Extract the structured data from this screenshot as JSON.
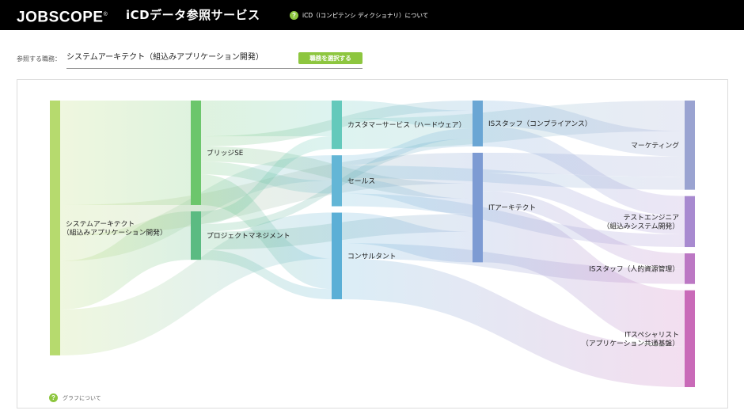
{
  "header": {
    "logo_text": "JOBSCOPE",
    "logo_mark": "®",
    "app_title": "iCDデータ参照サービス",
    "help_icon": "question-circle-icon",
    "help_link": "iCD（iコンピテンシ ディクショナリ）について"
  },
  "selector": {
    "label": "参照する職務：",
    "value": "システムアーキテクト（組込みアプリケーション開発）",
    "button_label": "職務を選択する"
  },
  "graph_help": {
    "icon": "question-circle-icon",
    "label": "グラフについて"
  },
  "colors": {
    "header_bg": "#000000",
    "accent_green": "#8dc63f"
  },
  "chart_data": {
    "type": "sankey",
    "nodes": [
      {
        "id": "sa",
        "lines": [
          "システムアーキテクト",
          "（組込みアプリケーション開発）"
        ],
        "column": 0,
        "color": "#b6da6e"
      },
      {
        "id": "bse",
        "lines": [
          "ブリッジSE"
        ],
        "column": 1,
        "color": "#6cc66c"
      },
      {
        "id": "pm",
        "lines": [
          "プロジェクトマネジメント"
        ],
        "column": 1,
        "color": "#5bbb82"
      },
      {
        "id": "cs",
        "lines": [
          "カスタマーサービス（ハードウェア）"
        ],
        "column": 2,
        "color": "#64c9bb"
      },
      {
        "id": "sales",
        "lines": [
          "セールス"
        ],
        "column": 2,
        "color": "#63b6d6"
      },
      {
        "id": "con",
        "lines": [
          "コンサルタント"
        ],
        "column": 2,
        "color": "#5bafd6"
      },
      {
        "id": "isc",
        "lines": [
          "ISスタッフ（コンプライアンス）"
        ],
        "column": 3,
        "color": "#6aa6d4"
      },
      {
        "id": "ita",
        "lines": [
          "ITアーキテクト"
        ],
        "column": 3,
        "color": "#7d9bd3"
      },
      {
        "id": "mkt",
        "lines": [
          "マーケティング"
        ],
        "column": 4,
        "color": "#9aa3d1"
      },
      {
        "id": "te",
        "lines": [
          "テストエンジニア",
          "（組込みシステム開発）"
        ],
        "column": 4,
        "color": "#a88ad0"
      },
      {
        "id": "ish",
        "lines": [
          "ISスタッフ（人的資源管理）"
        ],
        "column": 4,
        "color": "#bc78c4"
      },
      {
        "id": "its",
        "lines": [
          "ITスペシャリスト",
          "（アプリケーション共通基盤）"
        ],
        "column": 4,
        "color": "#c96ab8"
      }
    ],
    "links": [
      {
        "source": "sa",
        "target": "bse",
        "value": 41
      },
      {
        "source": "sa",
        "target": "pm",
        "value": 19
      },
      {
        "source": "sa",
        "target": "sales",
        "value": 10
      },
      {
        "source": "sa",
        "target": "con",
        "value": 18
      },
      {
        "source": "sa",
        "target": "ita",
        "value": 12
      },
      {
        "source": "bse",
        "target": "cs",
        "value": 14
      },
      {
        "source": "bse",
        "target": "sales",
        "value": 5
      },
      {
        "source": "bse",
        "target": "con",
        "value": 12
      },
      {
        "source": "bse",
        "target": "isc",
        "value": 4
      },
      {
        "source": "bse",
        "target": "ita",
        "value": 6
      },
      {
        "source": "pm",
        "target": "cs",
        "value": 5
      },
      {
        "source": "pm",
        "target": "con",
        "value": 4
      },
      {
        "source": "pm",
        "target": "isc",
        "value": 3
      },
      {
        "source": "pm",
        "target": "ita",
        "value": 7
      },
      {
        "source": "cs",
        "target": "isc",
        "value": 7
      },
      {
        "source": "cs",
        "target": "mkt",
        "value": 12
      },
      {
        "source": "sales",
        "target": "isc",
        "value": 4
      },
      {
        "source": "sales",
        "target": "mkt",
        "value": 5
      },
      {
        "source": "sales",
        "target": "ita",
        "value": 6
      },
      {
        "source": "sales",
        "target": "te",
        "value": 5
      },
      {
        "source": "con",
        "target": "ita",
        "value": 12
      },
      {
        "source": "con",
        "target": "ish",
        "value": 6
      },
      {
        "source": "con",
        "target": "its",
        "value": 16
      },
      {
        "source": "isc",
        "target": "mkt",
        "value": 10
      },
      {
        "source": "isc",
        "target": "te",
        "value": 8
      },
      {
        "source": "ita",
        "target": "mkt",
        "value": 8
      },
      {
        "source": "ita",
        "target": "te",
        "value": 7
      },
      {
        "source": "ita",
        "target": "ish",
        "value": 6
      },
      {
        "source": "ita",
        "target": "its",
        "value": 22
      }
    ]
  }
}
